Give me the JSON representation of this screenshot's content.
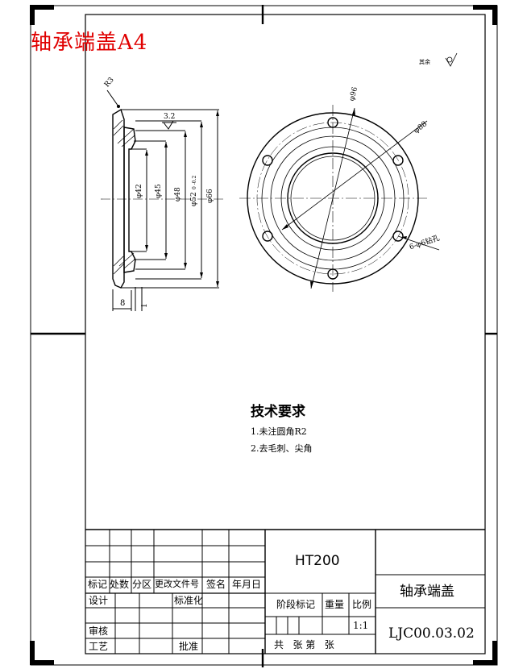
{
  "header": {
    "title": "轴承端盖A4"
  },
  "drawing": {
    "radius_label": "R3",
    "roughness_callout": "3.2",
    "other_surfaces": "其余",
    "section_view": {
      "dimensions": [
        "φ42",
        "φ45",
        "φ48",
        "φ52",
        "φ66",
        "8",
        "1"
      ],
      "tolerance": "0 -0.2"
    },
    "plan_view": {
      "dimensions": [
        "φ96",
        "φ88"
      ],
      "hole_callout": "6-φ6钻孔"
    }
  },
  "technical_requirements": {
    "heading": "技术要求",
    "items": [
      "1.未注圆角R2",
      "2.去毛刺、尖角"
    ]
  },
  "title_block": {
    "material": "HT200",
    "part_name": "轴承端盖",
    "drawing_number": "LJC00.03.02",
    "scale": "1:1",
    "revision_headers": [
      "标记",
      "处数",
      "分区",
      "更改文件号",
      "签名",
      "年月日"
    ],
    "roles": [
      "设计",
      "标准化",
      "审核",
      "工艺",
      "批准"
    ],
    "stage_label": "阶段标记",
    "weight_label": "重量",
    "scale_label": "比例",
    "sheet_label": "共   张 第   张"
  }
}
